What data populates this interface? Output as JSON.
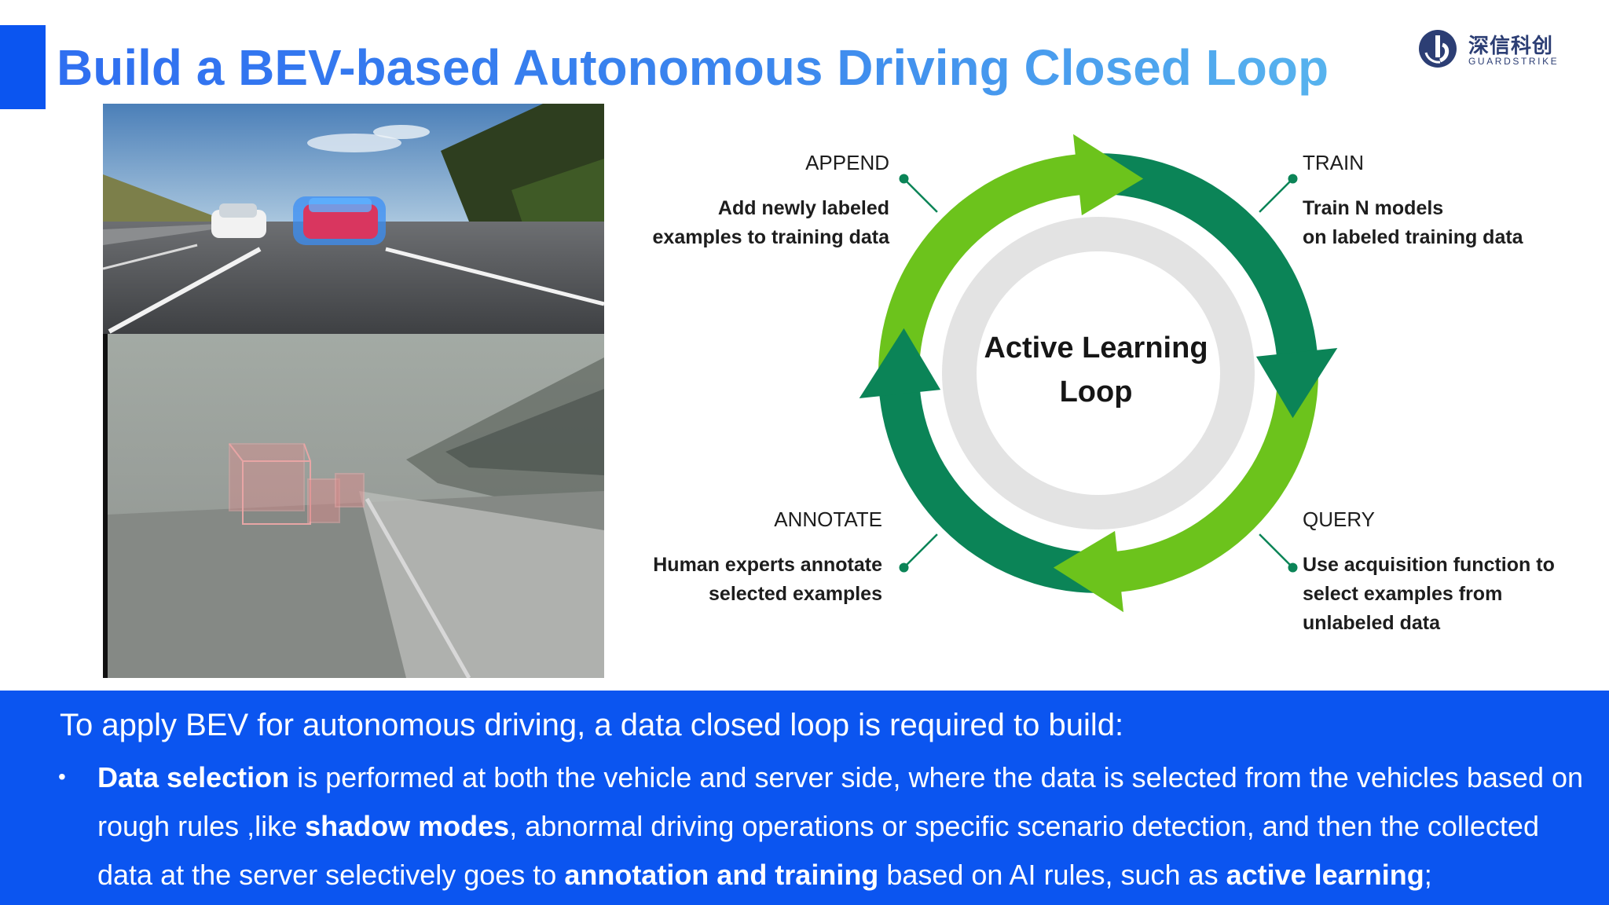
{
  "header": {
    "title": "Build a BEV-based Autonomous Driving Closed Loop",
    "logo": {
      "icon": "guardstrike-logo-icon",
      "name_cn": "深信科创",
      "name_en": "GUARDSTRIKE"
    }
  },
  "media": {
    "top_image": "highway-cars-perception-photo",
    "bottom_image": "3d-bounding-box-foggy-road-photo"
  },
  "diagram": {
    "center_line1": "Active Learning",
    "center_line2": "Loop",
    "colors": {
      "light_green": "#6cc31c",
      "dark_green": "#0b8457",
      "inner_ring": "#e3e3e3"
    },
    "stages": [
      {
        "title": "APPEND",
        "desc1": "Add newly labeled",
        "desc2": "examples to training data"
      },
      {
        "title": "TRAIN",
        "desc1": "Train N models",
        "desc2": "on labeled training data"
      },
      {
        "title": "QUERY",
        "desc1": "Use acquisition function to",
        "desc2": "select examples from",
        "desc3": "unlabeled data"
      },
      {
        "title": "ANNOTATE",
        "desc1": "Human experts annotate",
        "desc2": "selected examples"
      }
    ]
  },
  "summary": {
    "intro": "To apply BEV for autonomous driving, a data closed loop is required to build:",
    "bullet": {
      "t1": "Data selection",
      "t2": " is performed at both the vehicle and server side, where the data is selected from the vehicles based on rough rules ,like ",
      "t3": "shadow modes",
      "t4": ", abnormal driving operations or specific scenario detection, and then the collected data at the server selectively goes to ",
      "t5": "annotation and training",
      "t6": " based on AI rules, such as ",
      "t7": "active learning",
      "t8": ";"
    }
  },
  "colors": {
    "accent_blue": "#0b55f0",
    "title_start": "#2f6ff0",
    "title_end": "#57b3ee"
  }
}
